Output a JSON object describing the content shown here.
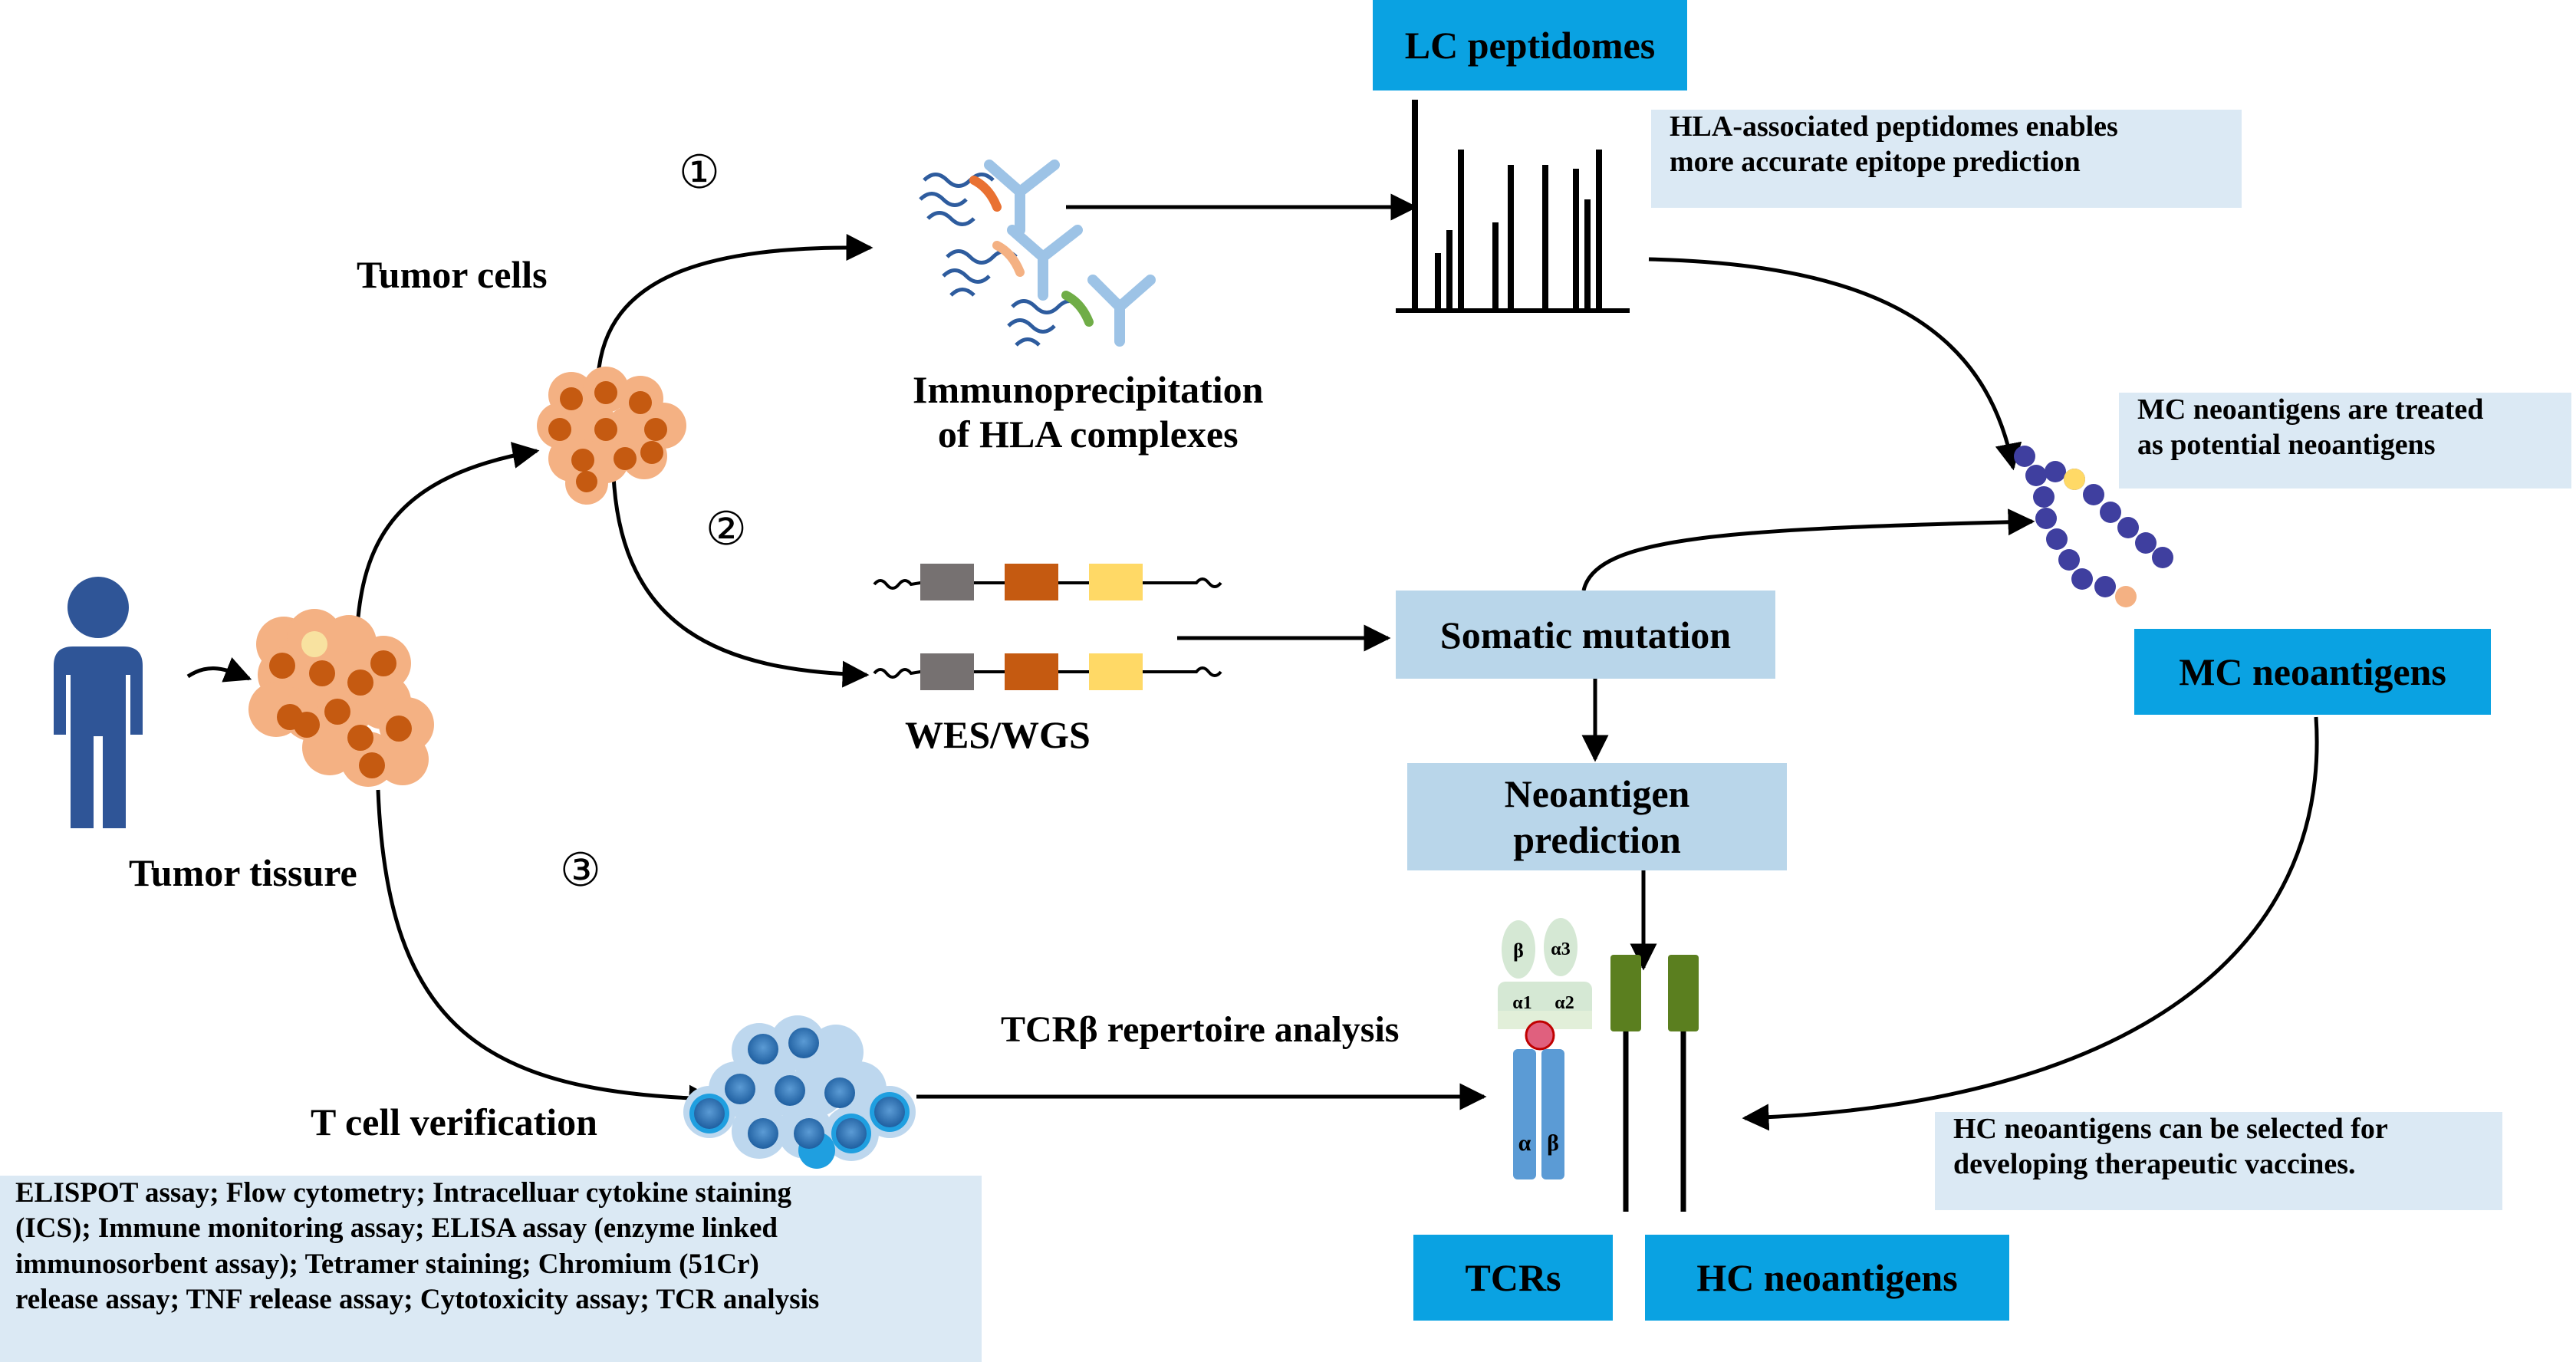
{
  "steps": {
    "step1": "①",
    "step2": "②",
    "step3": "③"
  },
  "labels": {
    "tumor_cells": "Tumor cells",
    "tumor_tissue": "Tumor tissure",
    "immunoprecipitation_line1": "Immunoprecipitation",
    "immunoprecipitation_line2": "of HLA complexes",
    "wes_wgs": "WES/WGS",
    "tcr_repertoire": "TCRβ repertoire analysis",
    "t_cell_verification": "T cell verification"
  },
  "boxes": {
    "lc_peptidomes": "LC peptidomes",
    "somatic_mutation": "Somatic mutation",
    "neoantigen_prediction_line1": "Neoantigen",
    "neoantigen_prediction_line2": "prediction",
    "mc_neoantigens": "MC neoantigens",
    "tcrs": "TCRs",
    "hc_neoantigens": "HC neoantigens"
  },
  "notes": {
    "hla_line1": "HLA-associated peptidomes enables",
    "hla_line2": "more accurate epitope prediction",
    "mc_line1": "MC neoantigens are treated",
    "mc_line2": "as potential neoantigens",
    "hc_line1": "HC neoantigens can be selected for",
    "hc_line2": "developing therapeutic vaccines.",
    "assay_line1": "ELISPOT assay; Flow cytometry; Intracelluar cytokine staining",
    "assay_line2": "(ICS); Immune monitoring assay; ELISA assay (enzyme linked",
    "assay_line3": "immunosorbent assay); Tetramer staining; Chromium (51Cr)",
    "assay_line4": "release assay; TNF release assay; Cytotoxicity assay; TCR analysis"
  },
  "molecule_labels": {
    "beta_top": "β",
    "alpha3": "α3",
    "alpha1": "α1",
    "alpha2": "α2",
    "tcr_alpha": "α",
    "tcr_beta": "β"
  },
  "colors": {
    "accent_blue": "#0aa2e2",
    "pale_blue": "#b9d6ea",
    "note_blue": "#dbe9f4",
    "person": "#2f5597",
    "tumor_orange": "#e8823a",
    "tcell_blue": "#2e75b6",
    "mhc_green": "#d5e8d4",
    "hc_green": "#5b7f1f",
    "bead_navy": "#3f3f9f"
  },
  "icons": [
    "person-icon",
    "tumor-tissue-icon",
    "tumor-cells-icon",
    "hla-complex-icon",
    "peptide-spectrum-icon",
    "dna-segment-icon",
    "peptide-chain-icon",
    "t-cell-cluster-icon",
    "tcr-mhc-icon",
    "hc-receptor-icon"
  ]
}
